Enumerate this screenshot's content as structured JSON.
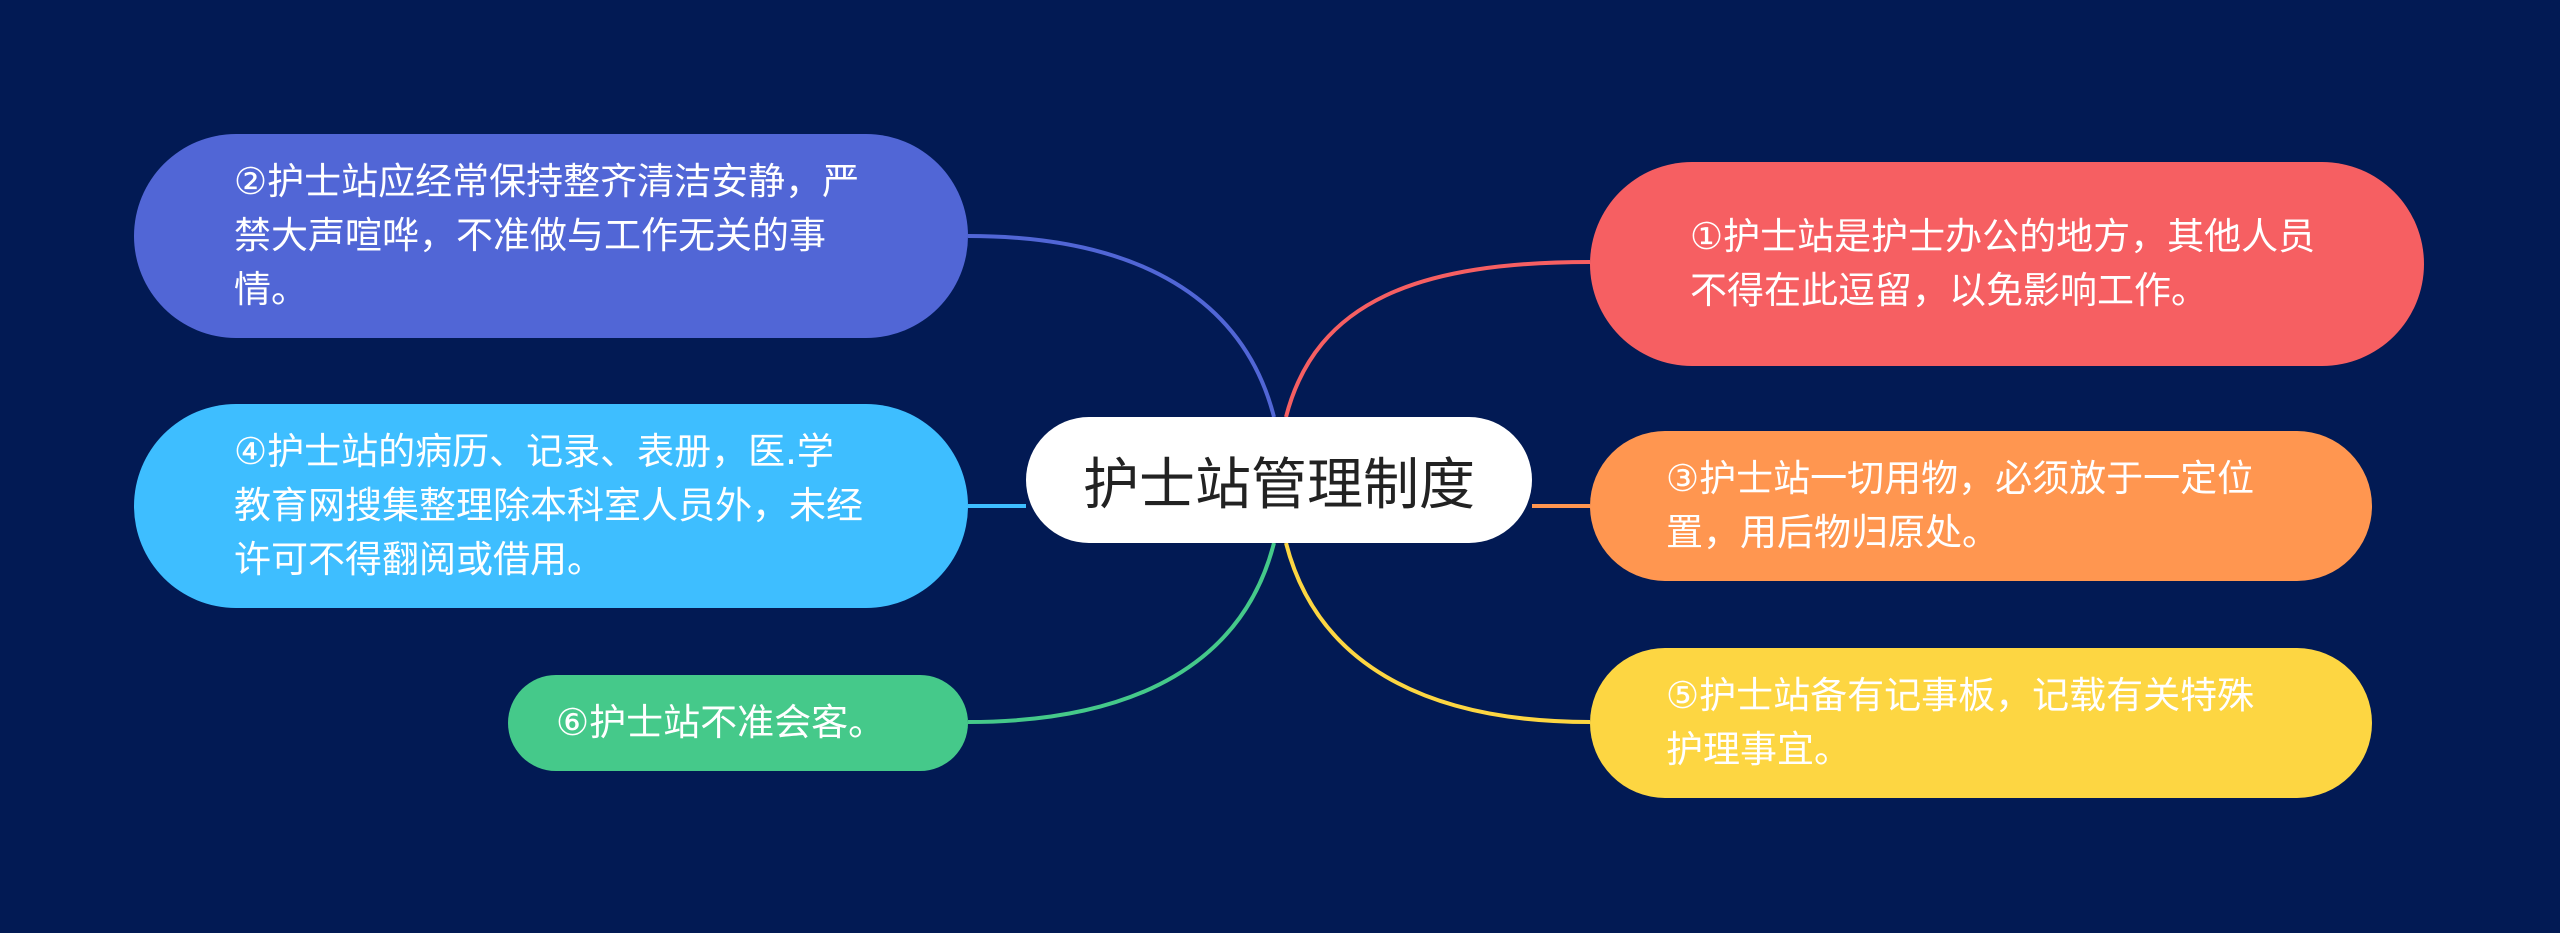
{
  "root": {
    "label": "护士站管理制度"
  },
  "branches": [
    {
      "id": "n1",
      "label": "①护士站是护士办公的地方，其他人员不得在此逗留，以免影响工作。",
      "color": "#F65F62",
      "link_color": "#F65F62"
    },
    {
      "id": "n2",
      "label": "②护士站应经常保持整齐清洁安静，严禁大声喧哗，不准做与工作无关的事情。",
      "color": "#5166D6",
      "link_color": "#5166D6"
    },
    {
      "id": "n3",
      "label": "③护士站一切用物，必须放于一定位置，用后物归原处。",
      "color": "#FF9650",
      "link_color": "#FF9650"
    },
    {
      "id": "n4",
      "label": "④护士站的病历、记录、表册，医.学教育网搜集整理除本科室人员外，未经许可不得翻阅或借用。",
      "color": "#3EBEFF",
      "link_color": "#3EBEFF"
    },
    {
      "id": "n5",
      "label": "⑤护士站备有记事板，记载有关特殊护理事宜。",
      "color": "#FDD642",
      "link_color": "#FDD642"
    },
    {
      "id": "n6",
      "label": "⑥护士站不准会客。",
      "color": "#45C98A",
      "link_color": "#45C98A"
    }
  ],
  "background_color": "#021A54"
}
